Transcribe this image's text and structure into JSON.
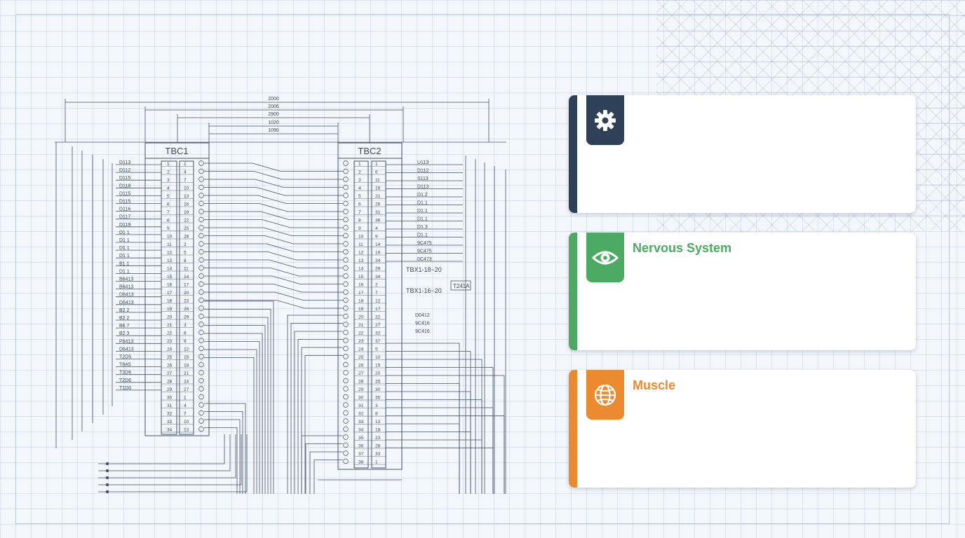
{
  "schematic": {
    "block_left": {
      "label": "TBC1"
    },
    "block_right": {
      "label": "TBC2"
    },
    "dimensions": [
      "2000",
      "2006",
      "2900",
      "1020",
      "1090"
    ],
    "left_signals": [
      "D113",
      "D112",
      "D115",
      "D118",
      "D115",
      "D115",
      "D116",
      "D117",
      "D119",
      "D1 1",
      "D1 1",
      "D1 1",
      "D1 1",
      "B1 1",
      "D1 1",
      "B6413",
      "B6413",
      "D6413",
      "D6413",
      "B2 2",
      "B2 2",
      "B6 7",
      "B2 3",
      "P8413",
      "D6413",
      "T2D5",
      "T8A5",
      "T3D6",
      "T2D6",
      "T1D0"
    ],
    "right_signals": [
      "U113",
      "D112",
      "S113",
      "D113",
      "D1.2",
      "D1.1",
      "D1.1",
      "D1.1",
      "D1.3",
      "D1.1",
      "9C475",
      "9C475",
      "0C473"
    ],
    "right_lower_signals": [
      "D0412",
      "9C416",
      "9C416"
    ],
    "terminal_labels": [
      "TBX1-18~20",
      "TBX1-16~20",
      "T241A"
    ]
  },
  "cards": [
    {
      "title": "",
      "icon": "gear-icon",
      "color": "#2f4158"
    },
    {
      "title": "Nervous System",
      "icon": "eye-icon",
      "color": "#4caa62"
    },
    {
      "title": "Muscle",
      "icon": "globe-icon",
      "color": "#ec8a30"
    }
  ]
}
